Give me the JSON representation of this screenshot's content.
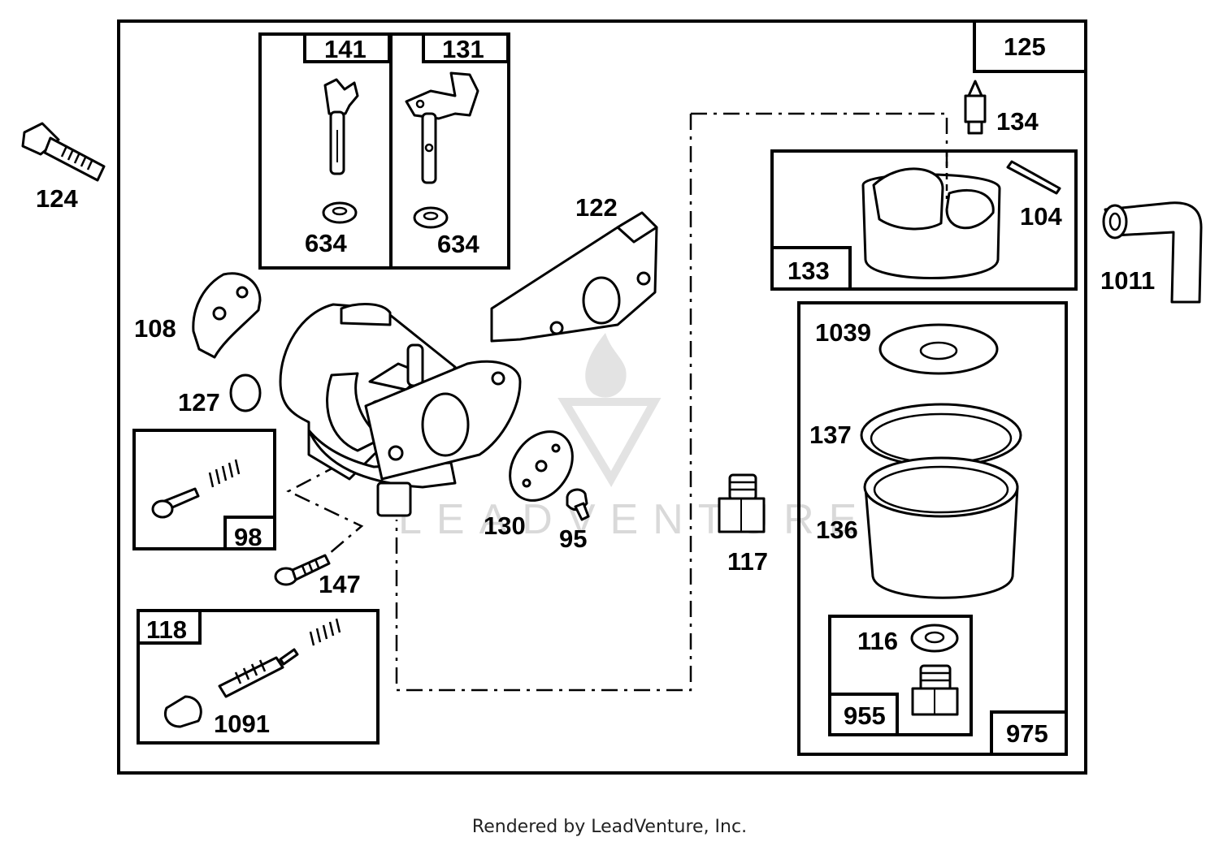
{
  "labels": {
    "p124": "124",
    "p141": "141",
    "p131": "131",
    "p125": "125",
    "p634a": "634",
    "p634b": "634",
    "p134": "134",
    "p122": "122",
    "p104": "104",
    "p1011": "1011",
    "p133": "133",
    "p108": "108",
    "p1039": "1039",
    "p127": "127",
    "p137": "137",
    "p98": "98",
    "p130": "130",
    "p95": "95",
    "p136": "136",
    "p117": "117",
    "p147": "147",
    "p118": "118",
    "p116": "116",
    "p1091": "1091",
    "p955": "955",
    "p975": "975"
  },
  "watermark": {
    "text": "LEADVENTURE"
  },
  "footer": {
    "text": "Rendered by LeadVenture, Inc."
  }
}
